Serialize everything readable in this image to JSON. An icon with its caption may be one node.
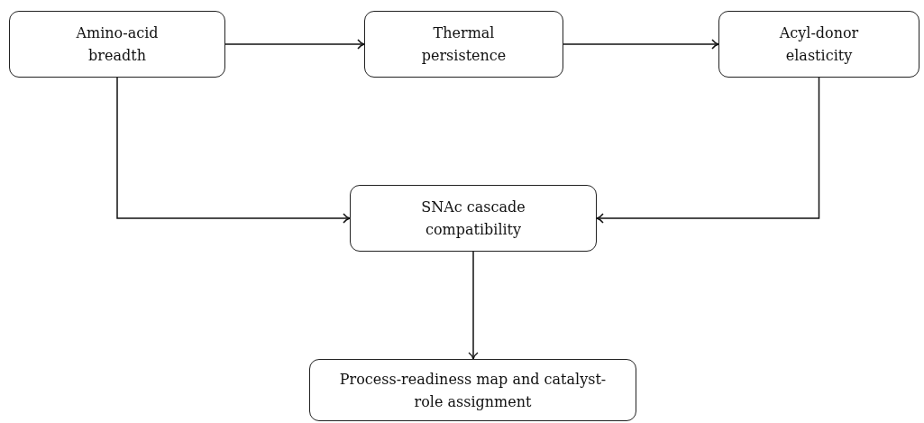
{
  "diagram": {
    "nodes": [
      {
        "text": [
          "Amino-acid breadth"
        ]
      },
      {
        "text": [
          "Thermal persistence"
        ]
      },
      {
        "text": [
          "Acyl-donor elasticity"
        ]
      },
      {
        "text": [
          "SNAc cascade compatibility"
        ]
      },
      {
        "text": [
          "Process-readiness map and catalyst-role assignment"
        ]
      }
    ],
    "edges": [
      {
        "from": 0,
        "to": 1,
        "arrow": "to"
      },
      {
        "from": 1,
        "to": 2,
        "arrow": "to"
      },
      {
        "from": 0,
        "to": 3,
        "arrow": "to"
      },
      {
        "from": 2,
        "to": 3,
        "arrow": "to"
      },
      {
        "from": 3,
        "to": 4,
        "arrow": "to"
      }
    ]
  }
}
